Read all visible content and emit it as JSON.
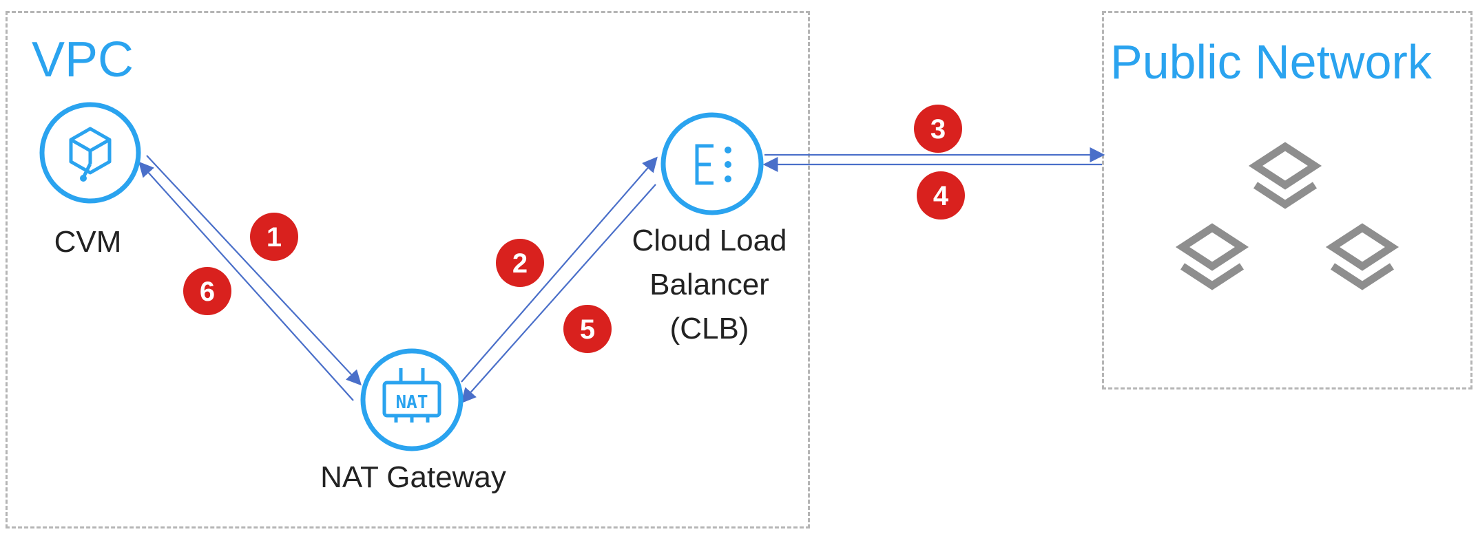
{
  "zones": {
    "vpc_title": "VPC",
    "public_title": "Public Network"
  },
  "nodes": {
    "cvm": "CVM",
    "nat": "NAT Gateway",
    "clb_line1": "Cloud Load",
    "clb_line2": "Balancer",
    "clb_line3": "(CLB)",
    "nat_icon_text": "NAT"
  },
  "steps": [
    "1",
    "2",
    "3",
    "4",
    "5",
    "6"
  ],
  "colors": {
    "accent": "#2aa3ef",
    "arrow": "#4a6fc9",
    "badge": "#d9211e",
    "border": "#b5b5b5",
    "layers": "#8e8e8e"
  }
}
